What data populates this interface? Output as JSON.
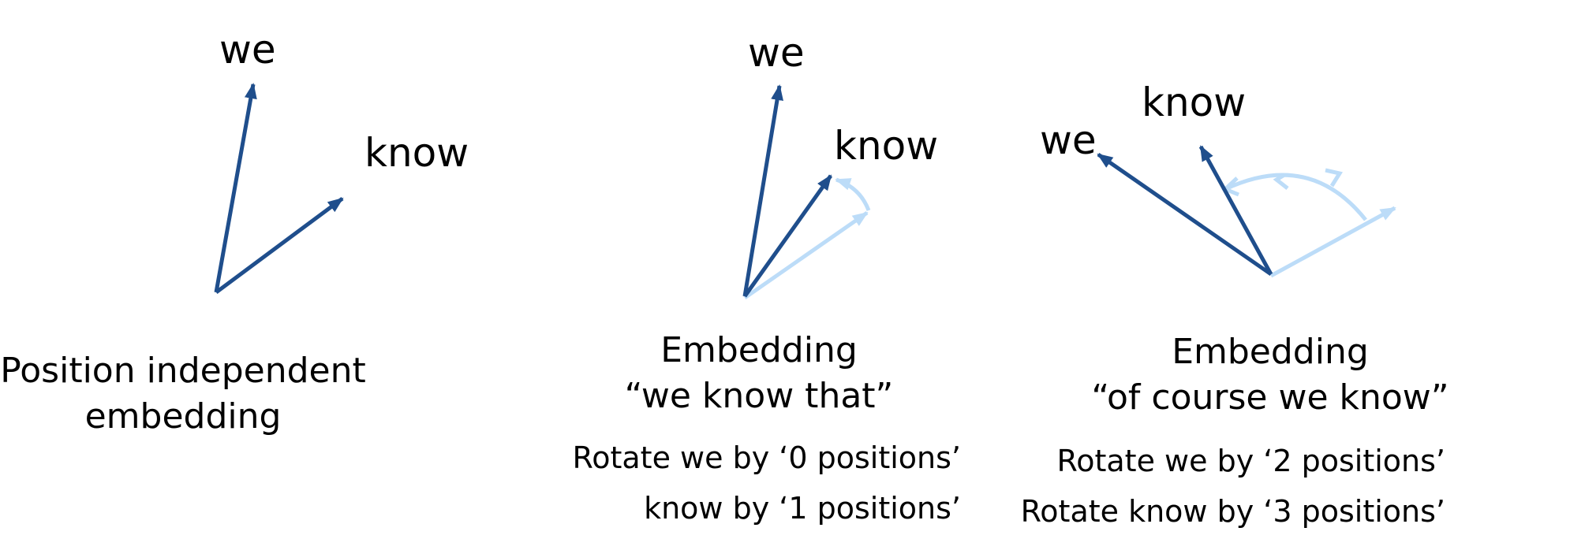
{
  "colors": {
    "vector": "#1f4e8c",
    "rotation": "#bcdcf8",
    "text": "#000000"
  },
  "panels": [
    {
      "word_labels": {
        "we": "we",
        "know": "know"
      },
      "caption_lines": [
        "Position independent",
        "embedding"
      ],
      "notes": []
    },
    {
      "word_labels": {
        "we": "we",
        "know": "know"
      },
      "caption_lines": [
        "Embedding",
        "“we know that”"
      ],
      "notes": [
        "Rotate we by ‘0 positions’",
        "know by ‘1 positions’"
      ]
    },
    {
      "word_labels": {
        "we": "we",
        "know": "know"
      },
      "caption_lines": [
        "Embedding",
        "“of course we know”"
      ],
      "notes": [
        "Rotate we by ‘2 positions’",
        "Rotate know by ‘3 positions’"
      ]
    }
  ]
}
